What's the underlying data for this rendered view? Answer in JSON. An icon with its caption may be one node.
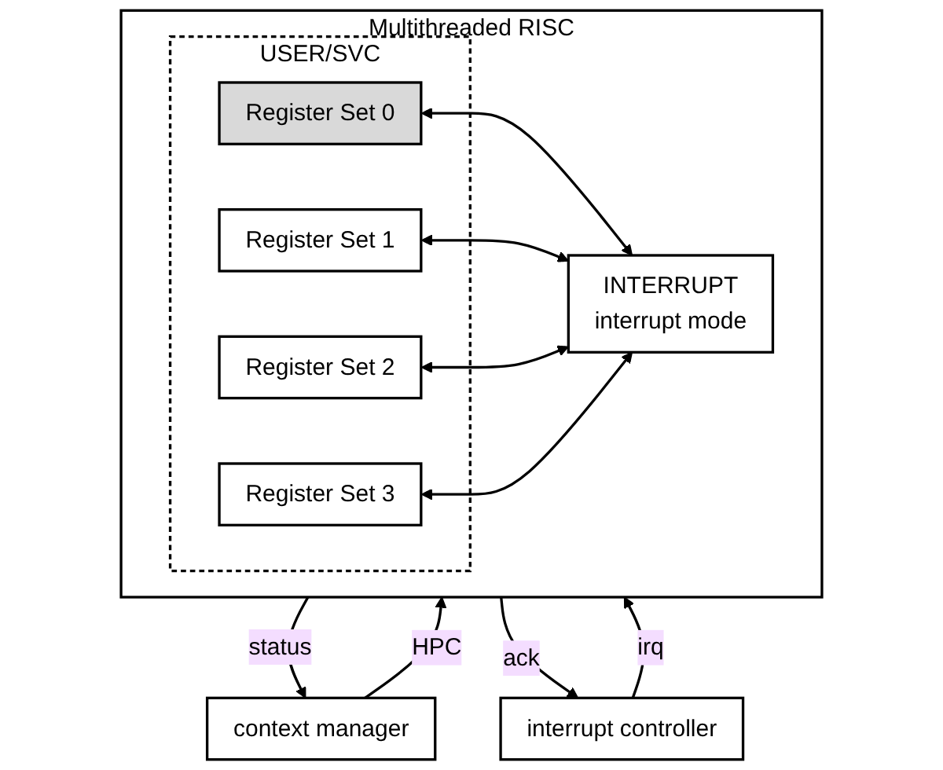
{
  "diagram": {
    "nodes": [
      {
        "text": [
          "Multithreaded RISC"
        ]
      },
      {
        "text": [
          "USER/SVC"
        ],
        "in": 0
      },
      {
        "text": [
          "Register Set 0"
        ],
        "in": 1
      },
      {
        "text": [
          "Register Set 1"
        ],
        "in": 1
      },
      {
        "text": [
          "Register Set 2"
        ],
        "in": 1
      },
      {
        "text": [
          "Register Set 3"
        ],
        "in": 1
      },
      {
        "text": [
          "INTERRUPT",
          "interrupt mode"
        ],
        "in": 0
      },
      {
        "text": [
          "context manager"
        ]
      },
      {
        "text": [
          "interrupt controller"
        ]
      }
    ],
    "edges": [
      {
        "from": 2,
        "to": 6,
        "arrow": "both"
      },
      {
        "from": 3,
        "to": 6,
        "arrow": "both"
      },
      {
        "from": 4,
        "to": 6,
        "arrow": "both"
      },
      {
        "from": 5,
        "to": 6,
        "arrow": "both"
      },
      {
        "from": 7,
        "to": 0,
        "arrow": "to",
        "label": "HPC"
      },
      {
        "from": 0,
        "to": 7,
        "arrow": "to",
        "label": "status"
      },
      {
        "from": 8,
        "to": 0,
        "arrow": "to",
        "label": "irq"
      },
      {
        "from": 0,
        "to": 8,
        "arrow": "to",
        "label": "ack"
      }
    ]
  }
}
